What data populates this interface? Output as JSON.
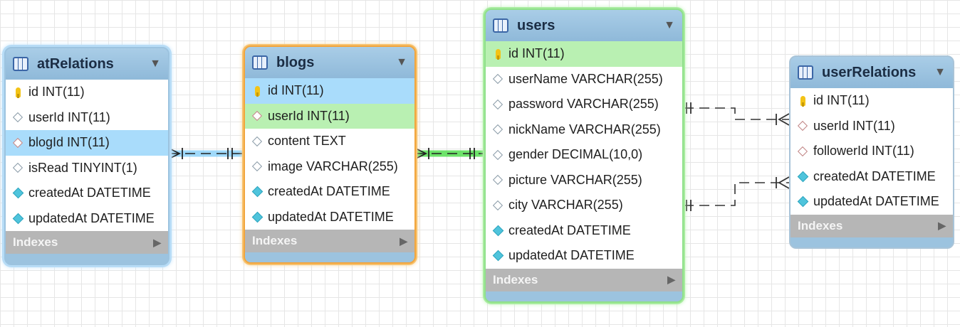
{
  "tables": [
    {
      "name": "atRelations",
      "columns": [
        {
          "label": "id INT(11)",
          "icon": "key-icon"
        },
        {
          "label": "userId INT(11)",
          "icon": "white-diamond-icon"
        },
        {
          "label": "blogId INT(11)",
          "icon": "pink-diamond-icon",
          "highlight": "blue"
        },
        {
          "label": "isRead TINYINT(1)",
          "icon": "white-diamond-icon"
        },
        {
          "label": "createdAt DATETIME",
          "icon": "cyan-diamond-icon"
        },
        {
          "label": "updatedAt DATETIME",
          "icon": "cyan-diamond-icon"
        }
      ],
      "indexes_label": "Indexes"
    },
    {
      "name": "blogs",
      "columns": [
        {
          "label": "id INT(11)",
          "icon": "key-icon",
          "highlight": "blue"
        },
        {
          "label": "userId INT(11)",
          "icon": "pink-diamond-icon",
          "highlight": "green"
        },
        {
          "label": "content TEXT",
          "icon": "white-diamond-icon"
        },
        {
          "label": "image VARCHAR(255)",
          "icon": "white-diamond-icon"
        },
        {
          "label": "createdAt DATETIME",
          "icon": "cyan-diamond-icon"
        },
        {
          "label": "updatedAt DATETIME",
          "icon": "cyan-diamond-icon"
        }
      ],
      "indexes_label": "Indexes"
    },
    {
      "name": "users",
      "columns": [
        {
          "label": "id INT(11)",
          "icon": "key-icon",
          "highlight": "green"
        },
        {
          "label": "userName VARCHAR(255)",
          "icon": "white-diamond-icon"
        },
        {
          "label": "password VARCHAR(255)",
          "icon": "white-diamond-icon"
        },
        {
          "label": "nickName VARCHAR(255)",
          "icon": "white-diamond-icon"
        },
        {
          "label": "gender DECIMAL(10,0)",
          "icon": "white-diamond-icon"
        },
        {
          "label": "picture VARCHAR(255)",
          "icon": "white-diamond-icon"
        },
        {
          "label": "city VARCHAR(255)",
          "icon": "white-diamond-icon"
        },
        {
          "label": "createdAt DATETIME",
          "icon": "cyan-diamond-icon"
        },
        {
          "label": "updatedAt DATETIME",
          "icon": "cyan-diamond-icon"
        }
      ],
      "indexes_label": "Indexes"
    },
    {
      "name": "userRelations",
      "columns": [
        {
          "label": "id INT(11)",
          "icon": "key-icon"
        },
        {
          "label": "userId INT(11)",
          "icon": "pink-diamond-icon"
        },
        {
          "label": "followerId INT(11)",
          "icon": "pink-diamond-icon"
        },
        {
          "label": "createdAt DATETIME",
          "icon": "cyan-diamond-icon"
        },
        {
          "label": "updatedAt DATETIME",
          "icon": "cyan-diamond-icon"
        }
      ],
      "indexes_label": "Indexes"
    }
  ],
  "relationships": [
    {
      "from": "atRelations.blogId",
      "to": "blogs.id",
      "color": "#4ab6f2",
      "highlighted": true
    },
    {
      "from": "blogs.userId",
      "to": "users.id",
      "color": "#3ed83a",
      "highlighted": true
    },
    {
      "from": "userRelations.userId",
      "to": "users.id",
      "color": "#333333",
      "highlighted": false
    },
    {
      "from": "userRelations.followerId",
      "to": "users.id",
      "color": "#333333",
      "highlighted": false
    }
  ],
  "colors": {
    "table_header": "#9cc3df",
    "selection_blue": "#b7dcf6",
    "selection_orange": "#f2a53c",
    "selection_green": "#8fe08a",
    "indexes_bar": "#b6b6b6",
    "row_highlight_blue": "#a9dcfb",
    "row_highlight_green": "#b9f0b2"
  }
}
